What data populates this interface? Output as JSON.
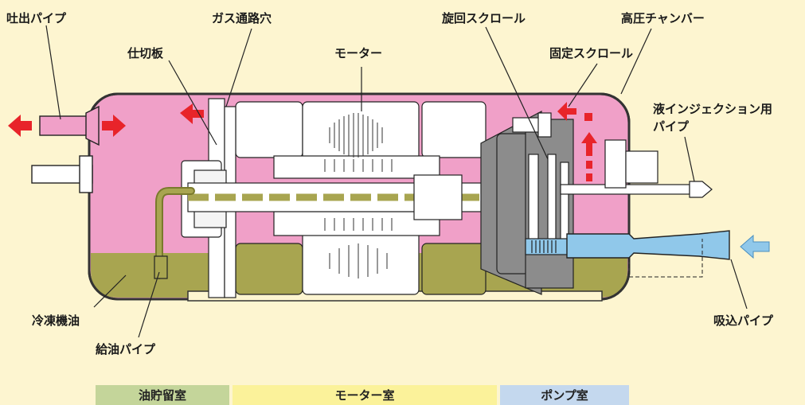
{
  "labels": {
    "discharge_pipe": "吐出パイプ",
    "gas_hole": "ガス通路穴",
    "orbiting_scroll": "旋回スクロール",
    "high_pressure_chamber": "高圧チャンバー",
    "partition": "仕切板",
    "motor": "モーター",
    "fixed_scroll": "固定スクロール",
    "liquid_injection_line1": "液インジェクション用",
    "liquid_injection_line2": "パイプ",
    "refrigerant_oil": "冷凍機油",
    "oil_supply_pipe": "給油パイプ",
    "suction_pipe": "吸込パイプ"
  },
  "legend": [
    {
      "label": "油貯留室",
      "color": "#c4d59a"
    },
    {
      "label": "モーター室",
      "color": "#fbf29a"
    },
    {
      "label": "ポンプ室",
      "color": "#c4d8ee"
    }
  ],
  "colors": {
    "background": "#fdf5d0",
    "high_pressure": "#f0a0c8",
    "oil": "#a8a550",
    "suction": "#90c8ea",
    "flow_arrow": "#e8242a",
    "mechanism": "#8c8c8c"
  }
}
